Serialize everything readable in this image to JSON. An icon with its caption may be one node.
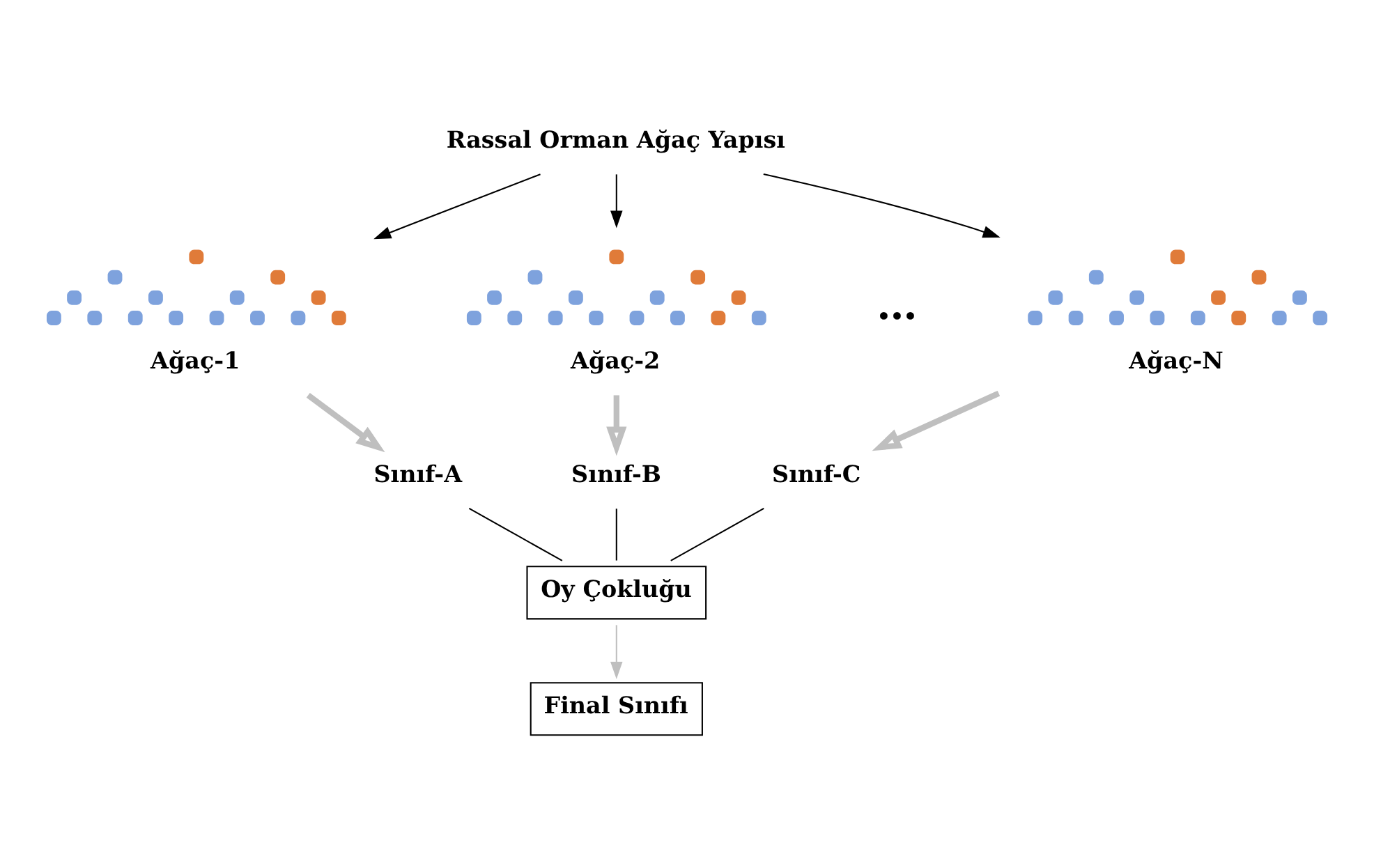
{
  "diagram": {
    "nodes": [
      {
        "text": [
          "Rassal Orman Ağaç Yapısı"
        ]
      },
      {
        "text": [],
        "shape": "picture",
        "beside": [
          "Ağaç-1"
        ]
      },
      {
        "text": [],
        "shape": "picture",
        "beside": [
          "Ağaç-2"
        ]
      },
      {
        "text": [],
        "shape": "picture",
        "beside": [
          "Ağaç-N"
        ]
      },
      {
        "text": [
          "Sınıf-A"
        ]
      },
      {
        "text": [
          "Sınıf-B"
        ]
      },
      {
        "text": [
          "Sınıf-C"
        ]
      },
      {
        "text": [
          "Oy Çokluğu"
        ]
      },
      {
        "text": [
          "Final Sınıfı"
        ]
      }
    ],
    "edges": [
      {
        "from": 0,
        "to": 1,
        "arrow": "to"
      },
      {
        "from": 0,
        "to": 2,
        "arrow": "to"
      },
      {
        "from": 0,
        "to": 3,
        "arrow": "to"
      },
      {
        "from": 1,
        "to": 4,
        "arrow": "to",
        "style": "thick",
        "color": "#bfbfbf"
      },
      {
        "from": 2,
        "to": 5,
        "arrow": "to",
        "style": "thick",
        "color": "#bfbfbf"
      },
      {
        "from": 3,
        "to": 6,
        "arrow": "to",
        "style": "thick",
        "color": "#bfbfbf"
      },
      {
        "from": 4,
        "to": 7,
        "arrow": "none"
      },
      {
        "from": 5,
        "to": 7,
        "arrow": "none"
      },
      {
        "from": 6,
        "to": 7,
        "arrow": "none"
      },
      {
        "from": 7,
        "to": 8,
        "arrow": "to",
        "color": "#bfbfbf"
      }
    ],
    "labels": [
      "…"
    ]
  }
}
